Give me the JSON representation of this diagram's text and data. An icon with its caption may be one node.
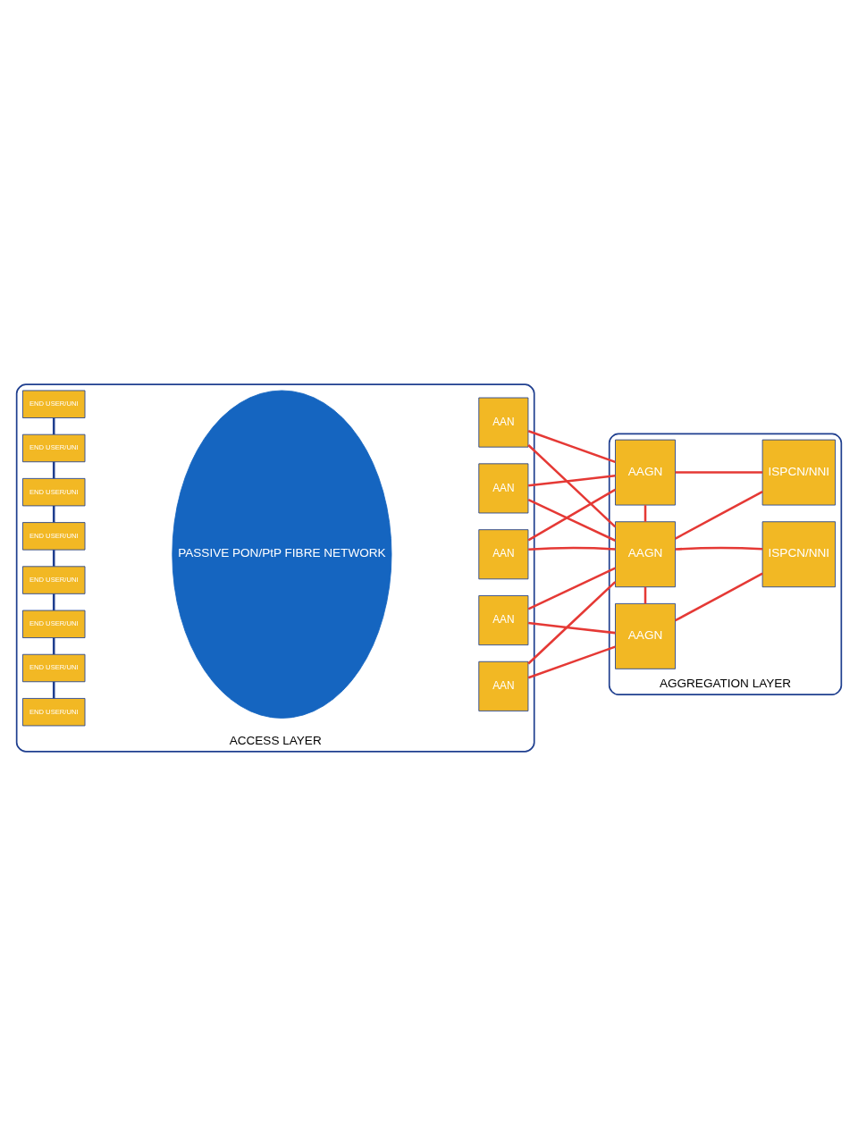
{
  "diagram": {
    "nodes": [
      {
        "text": [
          "ACCESS LAYER"
        ]
      },
      {
        "text": [
          "END USER/UNI"
        ],
        "in": 0
      },
      {
        "text": [
          "END USER/UNI"
        ],
        "in": 0
      },
      {
        "text": [
          "END USER/UNI"
        ],
        "in": 0
      },
      {
        "text": [
          "END USER/UNI"
        ],
        "in": 0
      },
      {
        "text": [
          "END USER/UNI"
        ],
        "in": 0
      },
      {
        "text": [
          "END USER/UNI"
        ],
        "in": 0
      },
      {
        "text": [
          "END USER/UNI"
        ],
        "in": 0
      },
      {
        "text": [
          "END USER/UNI"
        ],
        "in": 0
      },
      {
        "text": [
          "PASSIVE PON/PtP FIBRE NETWORK"
        ],
        "in": 0
      },
      {
        "text": [
          "AAN"
        ],
        "in": 0
      },
      {
        "text": [
          "AAN"
        ],
        "in": 0
      },
      {
        "text": [
          "AAN"
        ],
        "in": 0
      },
      {
        "text": [
          "AAN"
        ],
        "in": 0
      },
      {
        "text": [
          "AAN"
        ],
        "in": 0
      },
      {
        "text": [
          "AGGREGATION LAYER"
        ]
      },
      {
        "text": [
          "AAGN"
        ],
        "in": 15
      },
      {
        "text": [
          "AAGN"
        ],
        "in": 15
      },
      {
        "text": [
          "AAGN"
        ],
        "in": 15
      },
      {
        "text": [
          "ISPCN/NNI"
        ],
        "in": 15
      },
      {
        "text": [
          "ISPCN/NNI"
        ],
        "in": 15
      }
    ],
    "edges": [
      {
        "from": 1,
        "to": 2,
        "arrow": "none",
        "color": "#1f3f8f"
      },
      {
        "from": 2,
        "to": 3,
        "arrow": "none",
        "color": "#1f3f8f"
      },
      {
        "from": 3,
        "to": 4,
        "arrow": "none",
        "color": "#1f3f8f"
      },
      {
        "from": 4,
        "to": 5,
        "arrow": "none",
        "color": "#1f3f8f"
      },
      {
        "from": 5,
        "to": 6,
        "arrow": "none",
        "color": "#1f3f8f"
      },
      {
        "from": 6,
        "to": 7,
        "arrow": "none",
        "color": "#1f3f8f"
      },
      {
        "from": 7,
        "to": 8,
        "arrow": "none",
        "color": "#1f3f8f"
      },
      {
        "from": 10,
        "to": 16,
        "arrow": "none"
      },
      {
        "from": 10,
        "to": 17,
        "arrow": "none"
      },
      {
        "from": 11,
        "to": 16,
        "arrow": "none"
      },
      {
        "from": 11,
        "to": 17,
        "arrow": "none"
      },
      {
        "from": 12,
        "to": 16,
        "arrow": "none"
      },
      {
        "from": 12,
        "to": 17,
        "arrow": "none"
      },
      {
        "from": 13,
        "to": 17,
        "arrow": "none"
      },
      {
        "from": 13,
        "to": 18,
        "arrow": "none"
      },
      {
        "from": 14,
        "to": 17,
        "arrow": "none"
      },
      {
        "from": 14,
        "to": 18,
        "arrow": "none"
      },
      {
        "from": 16,
        "to": 17,
        "arrow": "none"
      },
      {
        "from": 17,
        "to": 18,
        "arrow": "none"
      },
      {
        "from": 16,
        "to": 19,
        "arrow": "none"
      },
      {
        "from": 17,
        "to": 19,
        "arrow": "none"
      },
      {
        "from": 17,
        "to": 20,
        "arrow": "none"
      },
      {
        "from": 18,
        "to": 20,
        "arrow": "none"
      }
    ]
  }
}
